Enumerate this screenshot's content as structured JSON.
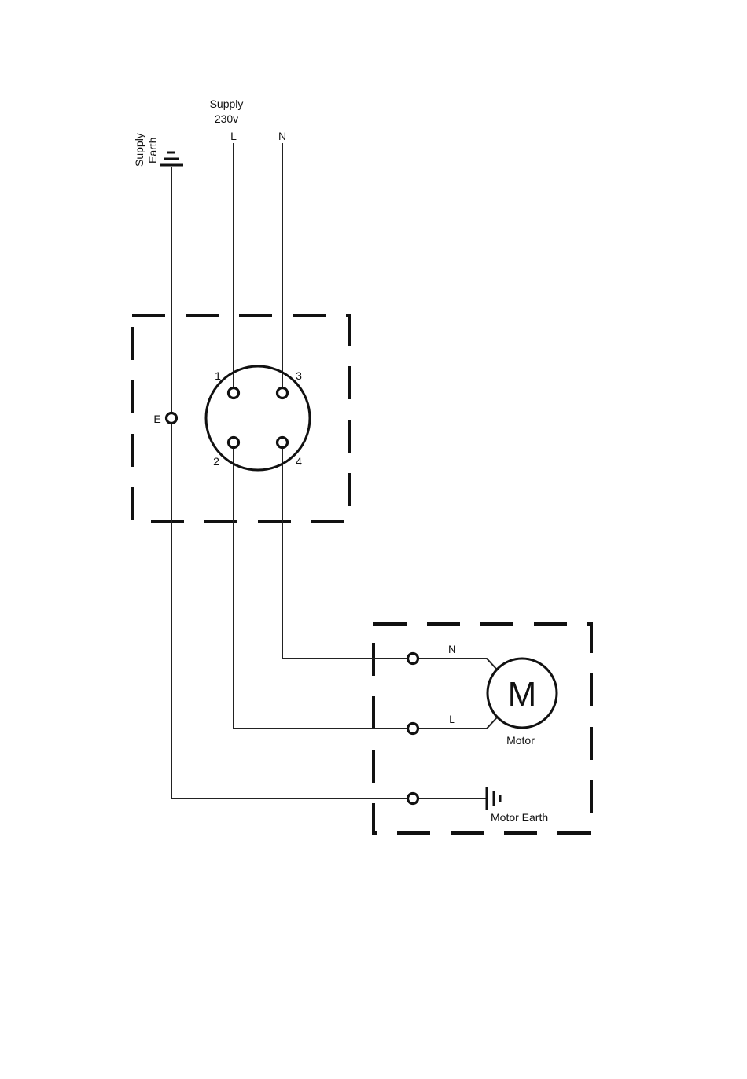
{
  "supply": {
    "title_line1": "Supply",
    "title_line2": "230v",
    "live": "L",
    "neutral": "N",
    "earth_line1": "Supply",
    "earth_line2": "Earth"
  },
  "switch_box": {
    "earth_terminal": "E",
    "terminals": [
      "1",
      "2",
      "3",
      "4"
    ]
  },
  "motor_box": {
    "neutral": "N",
    "live": "L",
    "motor_symbol": "M",
    "motor_label": "Motor",
    "earth_label": "Motor Earth"
  }
}
